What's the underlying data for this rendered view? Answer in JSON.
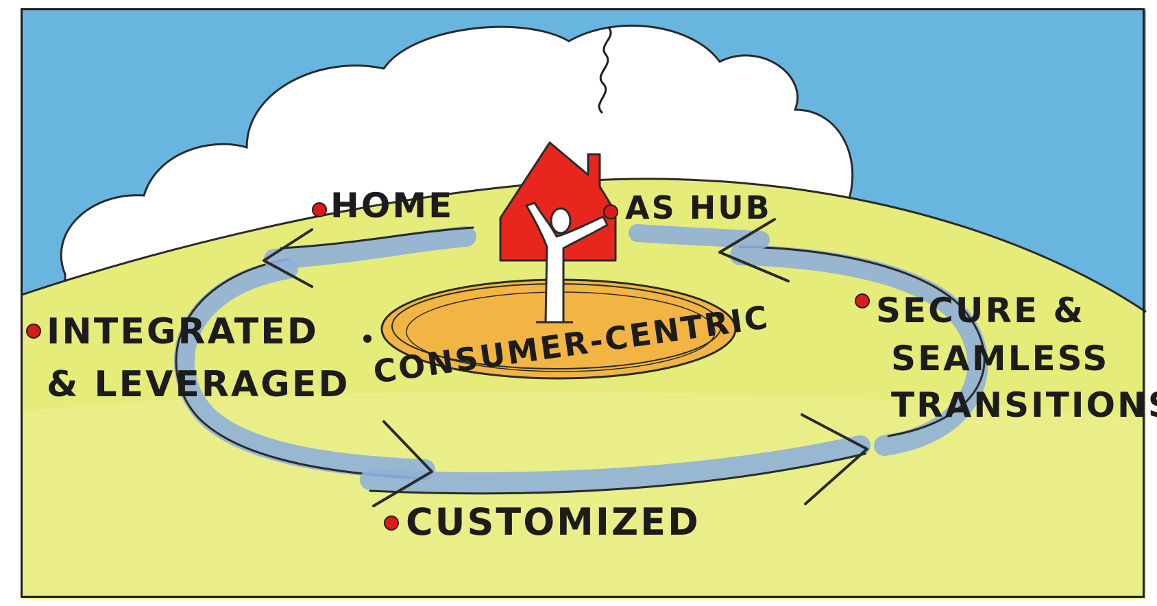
{
  "labels": {
    "home": "HOME",
    "as_hub": "AS HUB",
    "integrated_line1": "INTEGRATED",
    "integrated_line2": "& LEVERAGED",
    "consumer_centric": "CONSUMER-CENTRIC",
    "secure_line1": "SECURE &",
    "secure_line2": "SEAMLESS",
    "secure_line3": "TRANSITIONS",
    "customized": "CUSTOMIZED"
  },
  "colors": {
    "sky": "#5fb0dc",
    "cloud": "#ffffff",
    "ground": "#e6ec7a",
    "platform": "#f2b544",
    "house": "#e8261e",
    "arrow": "#8fb0d8",
    "bullet": "#d81b1b",
    "ink": "#1c1c1c"
  },
  "icons": [
    "house-icon",
    "person-icon",
    "smoke-squiggle-icon",
    "cycle-arrow-icon",
    "bullet-dot-icon"
  ]
}
